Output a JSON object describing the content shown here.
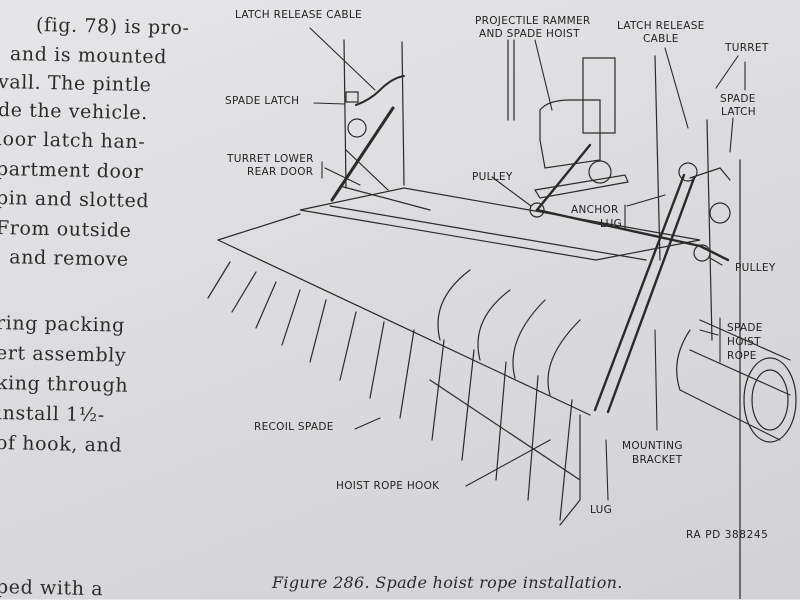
{
  "page": {
    "body_text_lines": [
      "(fig. 78) is pro-",
      "and is mounted",
      "vall.  The pintle",
      "de the vehicle.",
      "loor latch han-",
      "partment door",
      "pin and slotted",
      "  From outside",
      ", and remove",
      "",
      "ring  packing",
      "ert  assembly",
      "king through",
      "  install 1½-",
      "of hook, and",
      "",
      "",
      "ped  with  a"
    ]
  },
  "figure": {
    "labels": {
      "latch_release_cable_left": "LATCH RELEASE CABLE",
      "spade_latch_left": "SPADE LATCH",
      "turret_lower_rear_door_1": "TURRET LOWER",
      "turret_lower_rear_door_2": "REAR DOOR",
      "projectile_rammer_1": "PROJECTILE RAMMER",
      "projectile_rammer_2": "AND SPADE HOIST",
      "latch_release_cable_right_1": "LATCH RELEASE",
      "latch_release_cable_right_2": "CABLE",
      "turret": "TURRET",
      "spade_latch_right_1": "SPADE",
      "spade_latch_right_2": "LATCH",
      "pulley_center": "PULLEY",
      "anchor_lug_1": "ANCHOR",
      "anchor_lug_2": "LUG",
      "pulley_right": "PULLEY",
      "spade_hoist_rope_1": "SPADE",
      "spade_hoist_rope_2": "HOIST",
      "spade_hoist_rope_3": "ROPE",
      "recoil_spade": "RECOIL SPADE",
      "mounting_bracket_1": "MOUNTING",
      "mounting_bracket_2": "BRACKET",
      "hoist_rope_hook": "HOIST ROPE HOOK",
      "lug": "LUG"
    },
    "reference_number": "RA PD 388245",
    "caption": "Figure 286.   Spade hoist rope installation."
  }
}
